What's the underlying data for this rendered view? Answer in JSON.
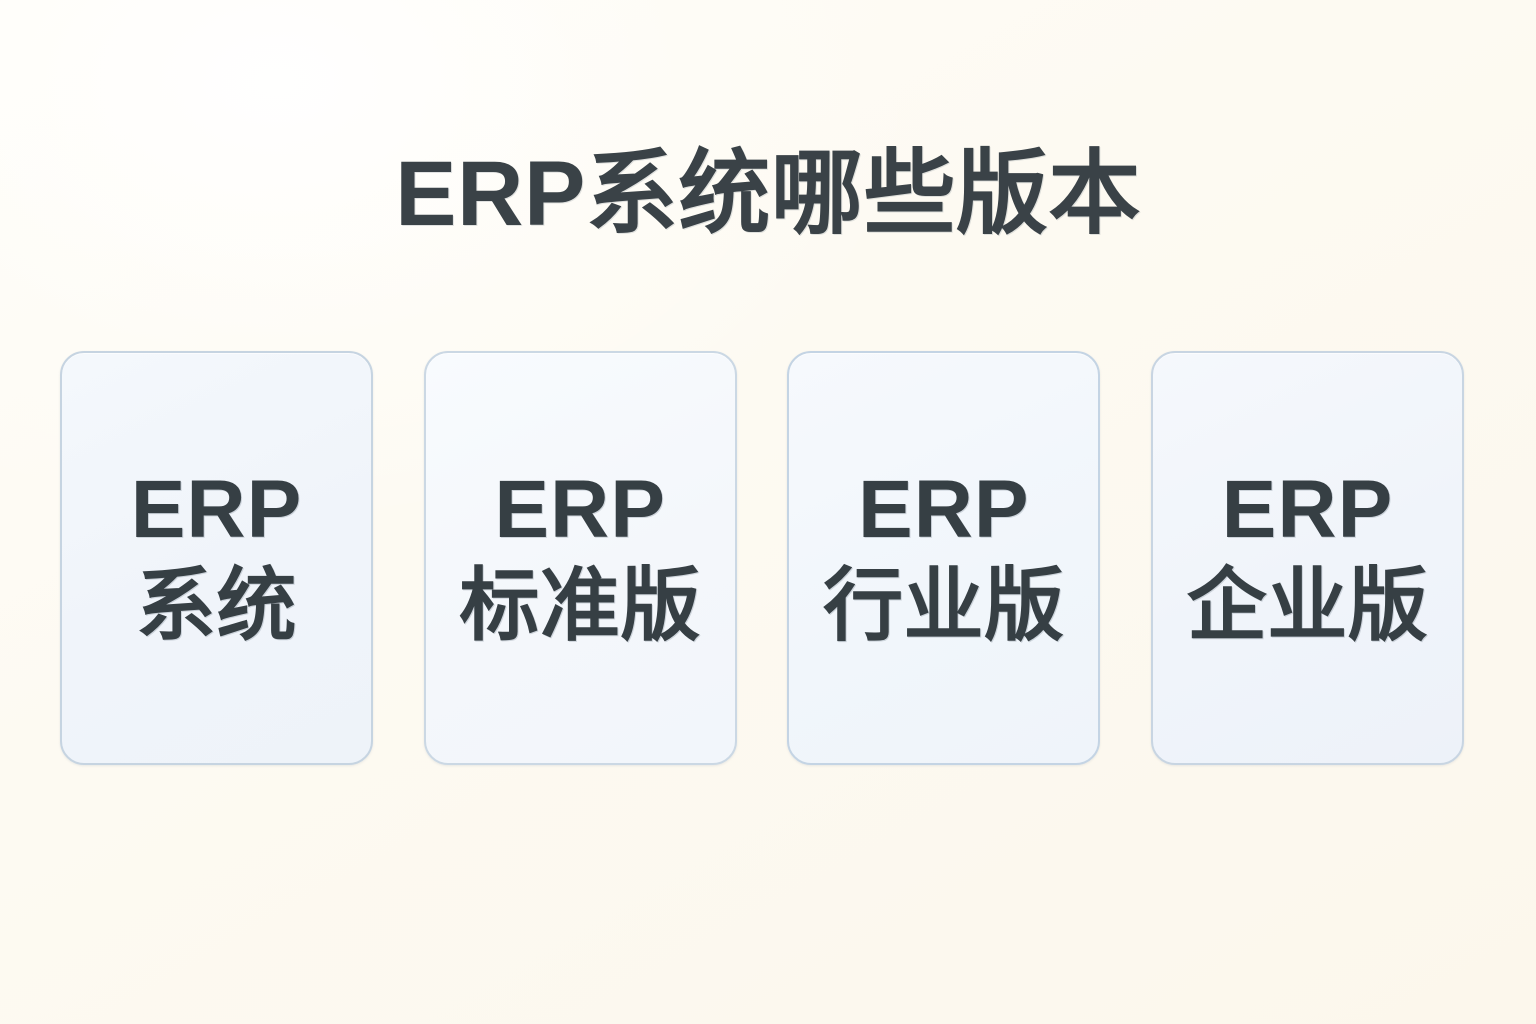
{
  "page": {
    "title": "ERP系统哪些版本",
    "background_color": "#fdfaf2",
    "text_color": "#3a4247"
  },
  "cards": [
    {
      "brand": "ERP",
      "edition": "系统",
      "fill_color": "#f1f5fa",
      "border_color": "#c6d4e1"
    },
    {
      "brand": "ERP",
      "edition": "标准版",
      "fill_color": "#f4f7fb",
      "border_color": "#cbd8e4"
    },
    {
      "brand": "ERP",
      "edition": "行业版",
      "fill_color": "#f1f6fb",
      "border_color": "#c4d4e4"
    },
    {
      "brand": "ERP",
      "edition": "企业版",
      "fill_color": "#f0f4fa",
      "border_color": "#c8d5e2"
    }
  ]
}
